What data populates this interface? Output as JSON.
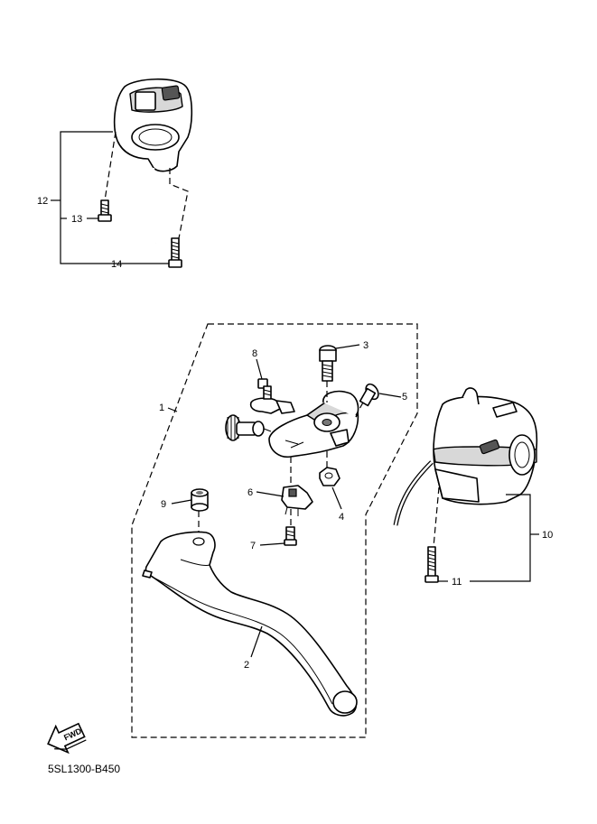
{
  "callouts": {
    "c1": "1",
    "c2": "2",
    "c3": "3",
    "c4": "4",
    "c5": "5",
    "c6": "6",
    "c7": "7",
    "c8": "8",
    "c9": "9",
    "c10": "10",
    "c11": "11",
    "c12": "12",
    "c13": "13",
    "c14": "14"
  },
  "fwd_marker": "FWD",
  "diagram_code": "5SL1300-B450"
}
